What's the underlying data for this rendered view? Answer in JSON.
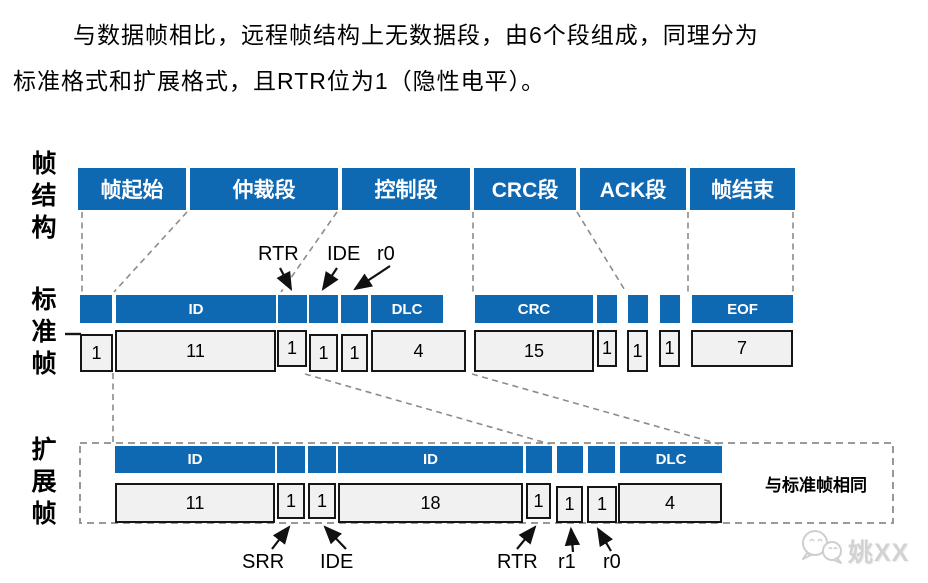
{
  "title": {
    "line1": "与数据帧相比，远程帧结构上无数据段，由6个段组成，同理分为",
    "line2": "标准格式和扩展格式，且RTR位为1（隐性电平）。"
  },
  "side_labels": {
    "structure": "帧结构",
    "standard": "标准帧",
    "extended": "扩展帧"
  },
  "structure_row": {
    "segments": [
      {
        "label": "帧起始"
      },
      {
        "label": "仲裁段"
      },
      {
        "label": "控制段"
      },
      {
        "label": "CRC段"
      },
      {
        "label": "ACK段"
      },
      {
        "label": "帧结束"
      }
    ]
  },
  "standard_frame": {
    "segment_row": [
      {
        "label": ""
      },
      {
        "label": "ID"
      },
      {
        "label": ""
      },
      {
        "label": ""
      },
      {
        "label": ""
      },
      {
        "label": "DLC"
      },
      {
        "label": "CRC"
      },
      {
        "label": ""
      },
      {
        "label": ""
      },
      {
        "label": ""
      },
      {
        "label": "EOF"
      }
    ],
    "bit_row": [
      {
        "bits": "1"
      },
      {
        "bits": "11"
      },
      {
        "bits": "1"
      },
      {
        "bits": "1"
      },
      {
        "bits": "1"
      },
      {
        "bits": "4"
      },
      {
        "bits": "15"
      },
      {
        "bits": "1"
      },
      {
        "bits": "1"
      },
      {
        "bits": "1"
      },
      {
        "bits": "7"
      }
    ],
    "annotations": [
      {
        "label": "RTR"
      },
      {
        "label": "IDE"
      },
      {
        "label": "r0"
      }
    ]
  },
  "extended_frame": {
    "segment_row": [
      {
        "label": "ID"
      },
      {
        "label": ""
      },
      {
        "label": ""
      },
      {
        "label": "ID"
      },
      {
        "label": ""
      },
      {
        "label": ""
      },
      {
        "label": ""
      },
      {
        "label": "DLC"
      }
    ],
    "bit_row": [
      {
        "bits": "11"
      },
      {
        "bits": "1"
      },
      {
        "bits": "1"
      },
      {
        "bits": "18"
      },
      {
        "bits": "1"
      },
      {
        "bits": "1"
      },
      {
        "bits": "1"
      },
      {
        "bits": "4"
      }
    ],
    "annotations": [
      {
        "label": "SRR"
      },
      {
        "label": "IDE"
      },
      {
        "label": "RTR"
      },
      {
        "label": "r1"
      },
      {
        "label": "r0"
      }
    ],
    "note": "与标准帧相同"
  },
  "watermark": {
    "text": "姚XX",
    "icon": "wechat-chat-bubbles"
  },
  "colors": {
    "segment_blue": "#0f68b2",
    "bit_box_fill": "#f1f1f1",
    "bit_box_border": "#161616",
    "dashed_line": "#8c8c8c",
    "watermark": "#d2d2d2"
  }
}
